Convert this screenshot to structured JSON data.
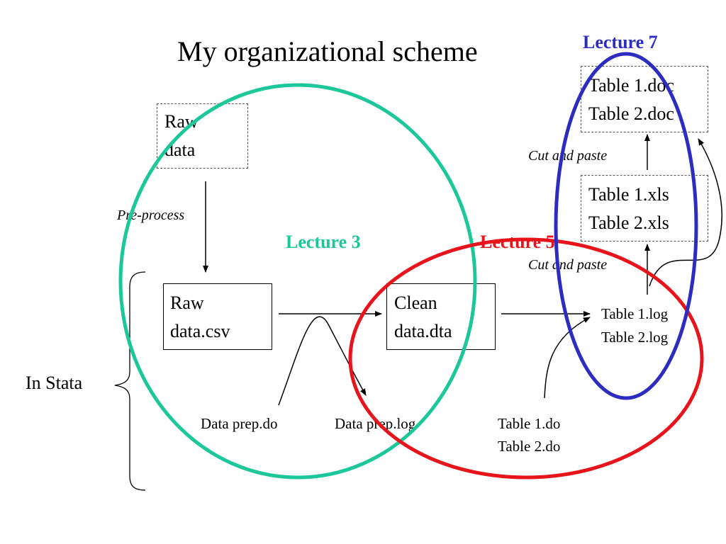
{
  "title": "My organizational scheme",
  "lectures": {
    "l3": {
      "label": "Lecture 3",
      "color": "#1cc79a"
    },
    "l5": {
      "label": "Lecture 5",
      "color": "#e8141b"
    },
    "l7": {
      "label": "Lecture 7",
      "color": "#2c2cc0"
    }
  },
  "nodes": {
    "raw_data": {
      "line1": "Raw",
      "line2": "data"
    },
    "raw_csv": {
      "line1": "Raw",
      "line2": "data.csv"
    },
    "clean_dta": {
      "line1": "Clean",
      "line2": "data.dta"
    },
    "doc": {
      "line1": "Table 1.doc",
      "line2": "Table 2.doc"
    },
    "xls": {
      "line1": "Table 1.xls",
      "line2": "Table 2.xls"
    },
    "log": {
      "line1": "Table 1.log",
      "line2": "Table 2.log"
    }
  },
  "files": {
    "prep_do": "Data prep.do",
    "prep_log": "Data prep.log",
    "table_do": {
      "line1": "Table 1.do",
      "line2": "Table 2.do"
    }
  },
  "edges": {
    "preprocess": "Pre-process",
    "cut_paste_1": "Cut and paste",
    "cut_paste_2": "Cut and paste"
  },
  "in_stata": "In Stata"
}
